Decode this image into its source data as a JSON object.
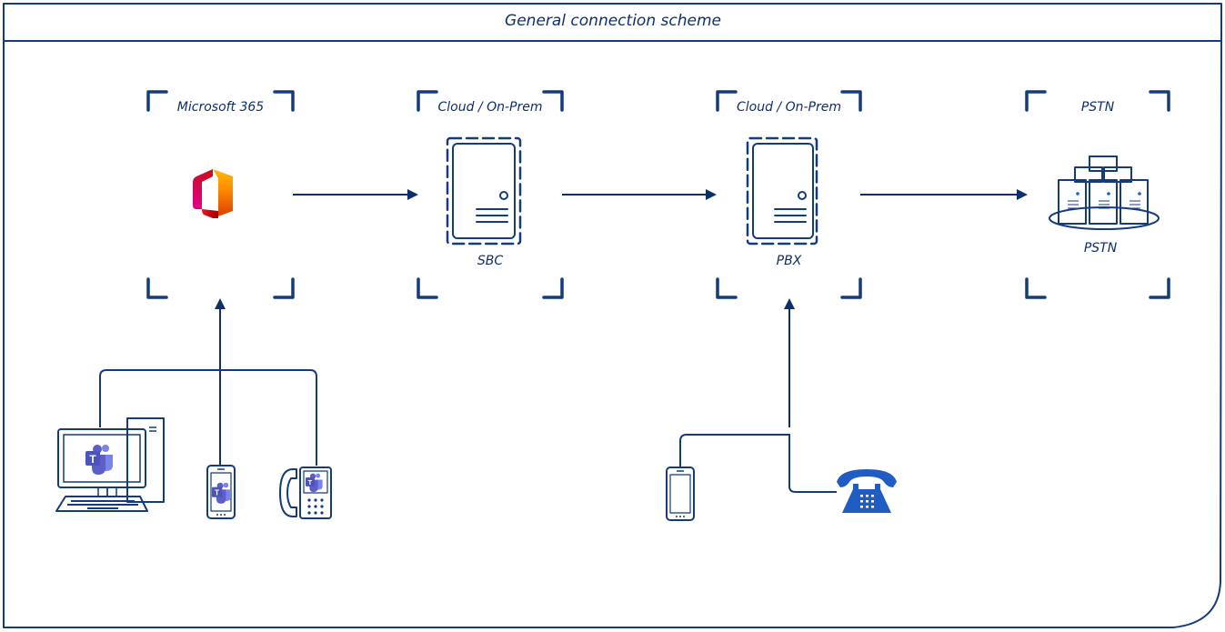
{
  "diagram": {
    "title": "General connection scheme",
    "colors": {
      "ink": "#143b7a",
      "arrow": "#0f2f6b",
      "teams": "#5b5fc7",
      "phone_fill": "#1f5cc4",
      "office_red": "#d83b01",
      "office_orange": "#ff8c00",
      "office_pink": "#e3008c"
    },
    "zones": [
      {
        "id": "m365",
        "header": "Microsoft 365",
        "node_label": "",
        "icon": "office-365-icon"
      },
      {
        "id": "sbc",
        "header": "Cloud / On-Prem",
        "node_label": "SBC",
        "icon": "server-icon"
      },
      {
        "id": "pbx",
        "header": "Cloud / On-Prem",
        "node_label": "PBX",
        "icon": "server-icon"
      },
      {
        "id": "pstn",
        "header": "PSTN",
        "node_label": "PSTN",
        "icon": "server-cluster-icon"
      }
    ],
    "edges": [
      {
        "from": "m365",
        "to": "sbc"
      },
      {
        "from": "sbc",
        "to": "pbx"
      },
      {
        "from": "pbx",
        "to": "pstn"
      },
      {
        "from": "teams-clients",
        "to": "m365"
      },
      {
        "from": "pbx-clients",
        "to": "pbx"
      }
    ],
    "client_groups": [
      {
        "id": "teams-clients",
        "target": "m365",
        "devices": [
          "desktop-computer-teams-icon",
          "mobile-phone-teams-icon",
          "desk-phone-teams-icon"
        ]
      },
      {
        "id": "pbx-clients",
        "target": "pbx",
        "devices": [
          "mobile-phone-icon",
          "landline-telephone-icon"
        ]
      }
    ]
  }
}
